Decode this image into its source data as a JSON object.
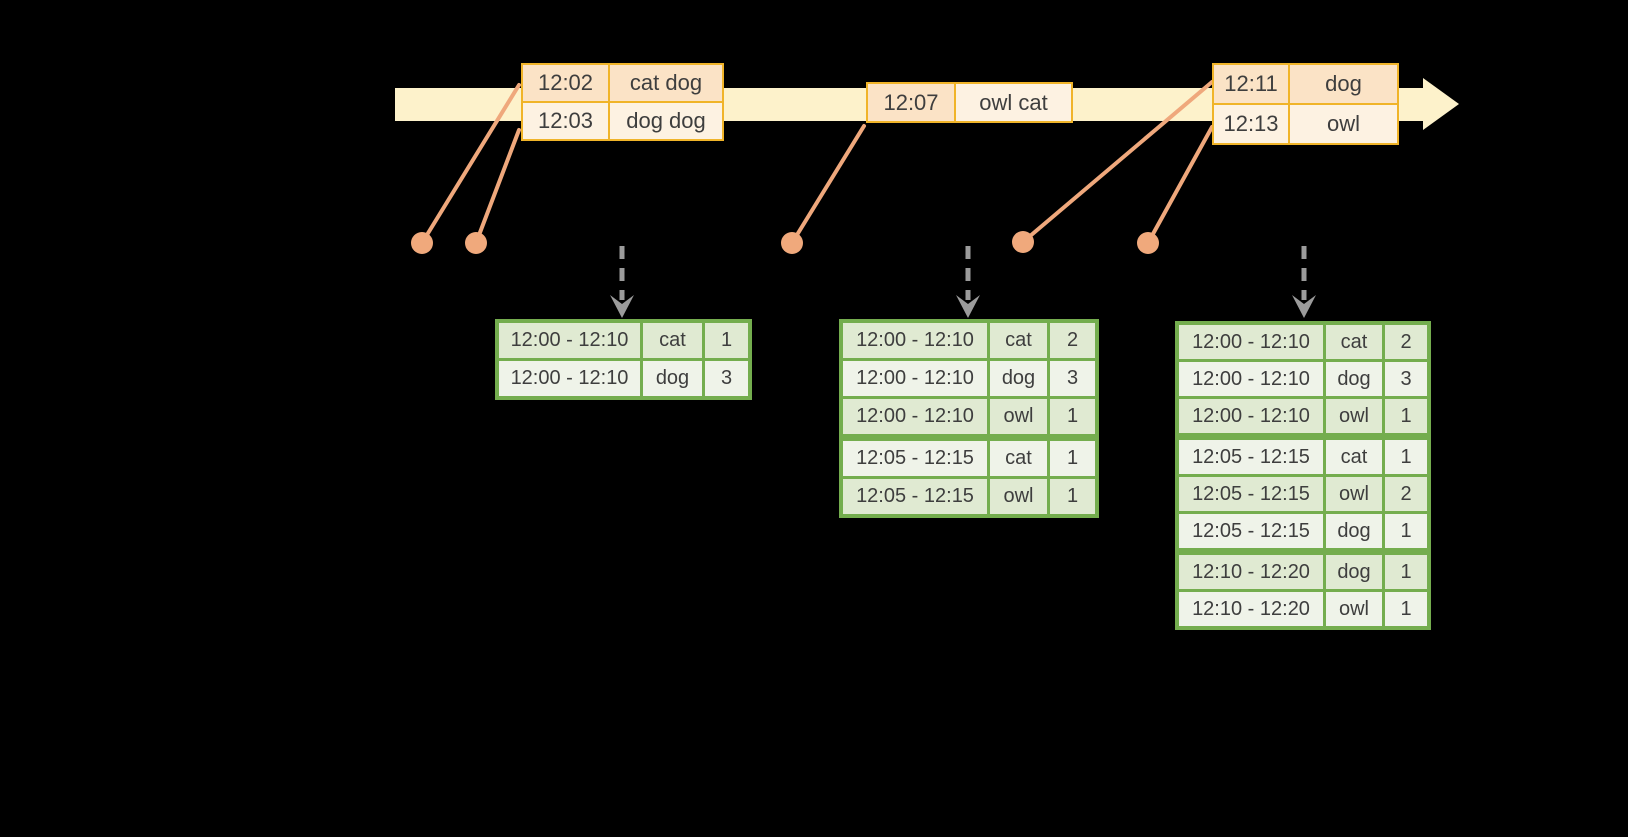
{
  "event_tables": [
    {
      "rows": [
        [
          "12:02",
          "cat dog"
        ],
        [
          "12:03",
          "dog dog"
        ]
      ]
    },
    {
      "rows": [
        [
          "12:07",
          "owl cat"
        ]
      ]
    },
    {
      "rows": [
        [
          "12:11",
          "dog"
        ],
        [
          "12:13",
          "owl"
        ]
      ]
    }
  ],
  "result_tables": [
    {
      "rows": [
        [
          "12:00 - 12:10",
          "cat",
          "1"
        ],
        [
          "12:00 - 12:10",
          "dog",
          "3"
        ]
      ]
    },
    {
      "rows": [
        [
          "12:00 - 12:10",
          "cat",
          "2"
        ],
        [
          "12:00 - 12:10",
          "dog",
          "3"
        ],
        [
          "12:00 - 12:10",
          "owl",
          "1"
        ],
        [
          "12:05 - 12:15",
          "cat",
          "1"
        ],
        [
          "12:05 - 12:15",
          "owl",
          "1"
        ]
      ]
    },
    {
      "rows": [
        [
          "12:00 - 12:10",
          "cat",
          "2"
        ],
        [
          "12:00 - 12:10",
          "dog",
          "3"
        ],
        [
          "12:00 - 12:10",
          "owl",
          "1"
        ],
        [
          "12:05 - 12:15",
          "cat",
          "1"
        ],
        [
          "12:05 - 12:15",
          "owl",
          "2"
        ],
        [
          "12:05 - 12:15",
          "dog",
          "1"
        ],
        [
          "12:10 - 12:20",
          "dog",
          "1"
        ],
        [
          "12:10 - 12:20",
          "owl",
          "1"
        ]
      ]
    }
  ],
  "glyphs": {
    "timeline_arrow": "right-arrow-band",
    "event_marker": "dot-with-leader-line",
    "trigger_arrow": "dashed-down-arrow"
  },
  "colors": {
    "background": "#000000",
    "timeline_band": "#fdf2cb",
    "event_table_border": "#f0b429",
    "event_row_dark": "#fbe3c6",
    "event_row_light": "#fdf2e2",
    "result_table_border": "#74ad4e",
    "result_row_dark": "#e0ead2",
    "result_row_light": "#eff3e9",
    "connector": "#efa87c",
    "trigger_arrow": "#9b9b9b",
    "text": "#3e3e3e"
  }
}
